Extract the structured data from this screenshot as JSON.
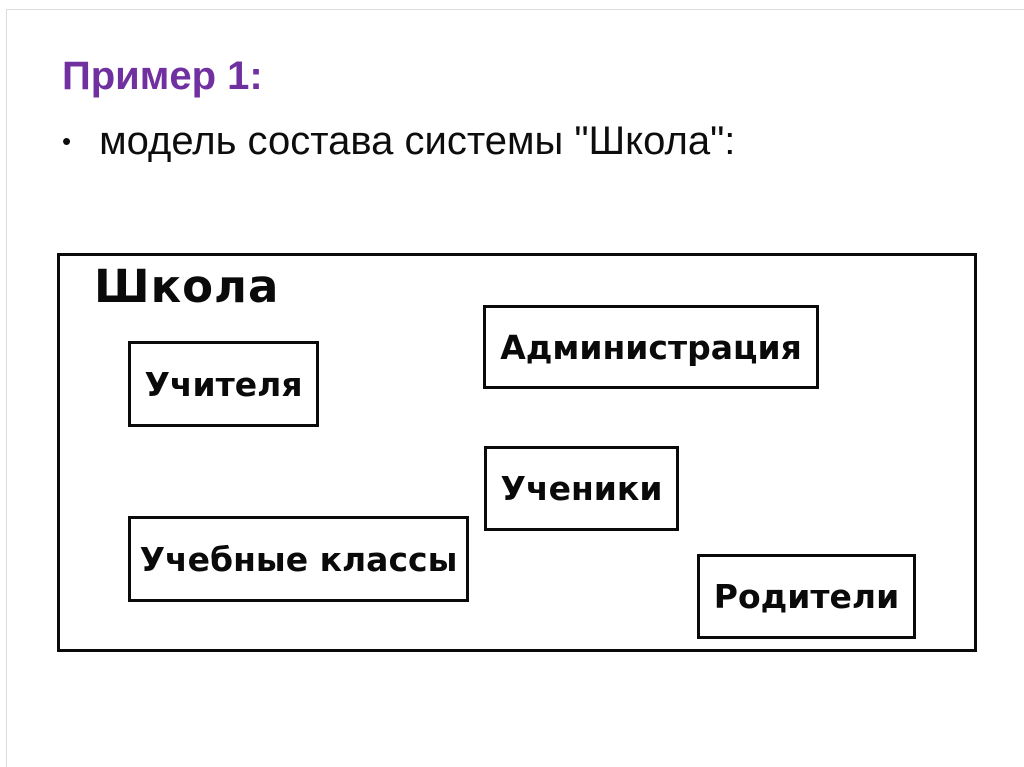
{
  "slide": {
    "title": "Пример 1:",
    "title_color": "#7030A0",
    "bullet_glyph": "•",
    "bullet_text": "модель состава системы \"Школа\":"
  },
  "diagram": {
    "container_label": "Школа",
    "boxes": [
      {
        "id": "teachers",
        "label": "Учителя"
      },
      {
        "id": "administration",
        "label": "Администрация"
      },
      {
        "id": "students",
        "label": "Ученики"
      },
      {
        "id": "classes",
        "label": "Учебные классы"
      },
      {
        "id": "parents",
        "label": "Родители"
      }
    ]
  }
}
